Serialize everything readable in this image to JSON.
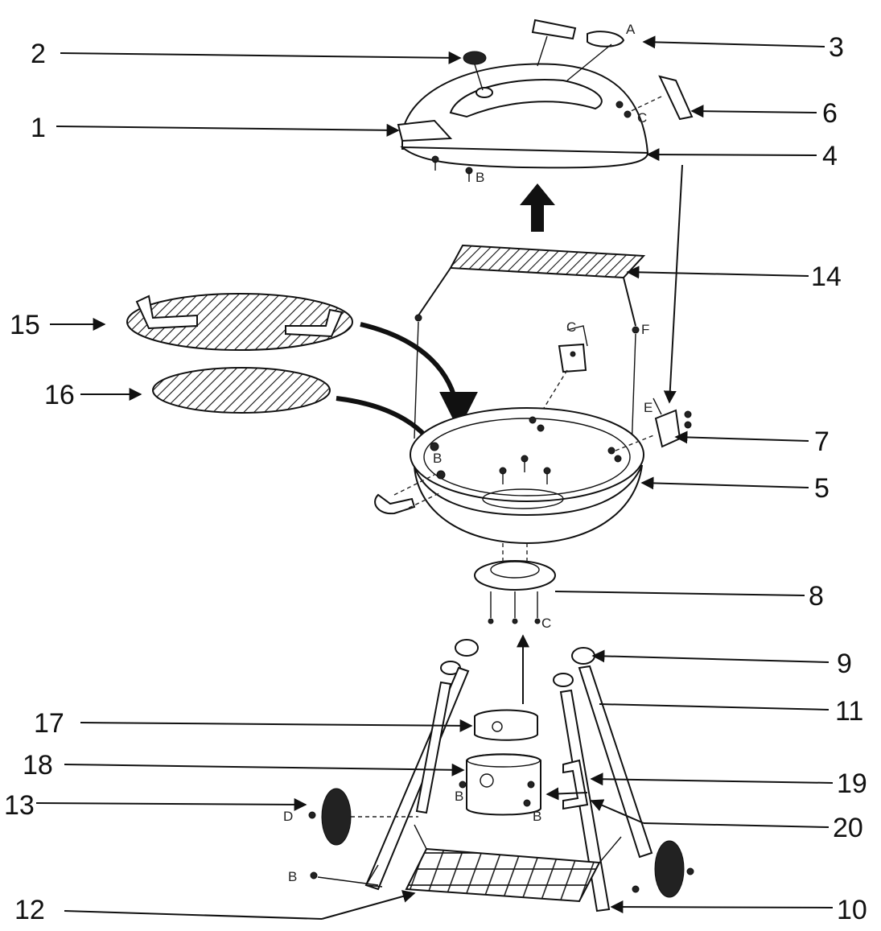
{
  "callouts": {
    "c1": "1",
    "c2": "2",
    "c3": "3",
    "c4": "4",
    "c5": "5",
    "c6": "6",
    "c7": "7",
    "c8": "8",
    "c9": "9",
    "c10": "10",
    "c11": "11",
    "c12": "12",
    "c13": "13",
    "c14": "14",
    "c15": "15",
    "c16": "16",
    "c17": "17",
    "c18": "18",
    "c19": "19",
    "c20": "20"
  },
  "hardware": {
    "lid_handle_a": "A",
    "lid_bolt_b": "B",
    "lid_hinge_c": "C",
    "basket_c": "C",
    "bowl_f": "F",
    "bowl_e": "E",
    "bowl_b": "B",
    "ring_c": "C",
    "leg_b_left": "B",
    "leg_b_bottom": "B",
    "wheel_d": "D",
    "ashcan_b": "B"
  }
}
